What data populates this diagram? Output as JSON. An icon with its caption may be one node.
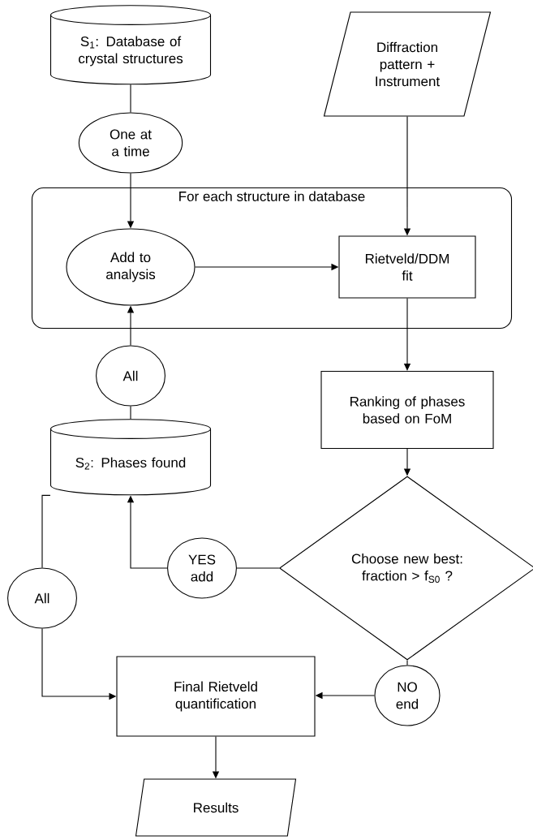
{
  "diagram": {
    "nodes": [
      {
        "text": [
          "S$_{1}$: Database of crystal structures"
        ]
      },
      {
        "text": [
          "Diffraction pattern + Instrument"
        ]
      },
      {
        "text": [
          "One at a time"
        ]
      },
      {
        "text": [
          "For each structure in database"
        ]
      },
      {
        "text": [
          "Add to analysis"
        ],
        "in": 3
      },
      {
        "text": [
          "Rietveld/DDM fit"
        ],
        "in": 3
      },
      {
        "text": [
          "All"
        ]
      },
      {
        "text": [
          "S$_{2}$: Phases found"
        ]
      },
      {
        "text": [
          "Ranking of phases based on FoM"
        ]
      },
      {
        "text": [
          "Choose new best: fraction > f$_{S0}$ ?"
        ]
      },
      {
        "text": [
          "YES add"
        ]
      },
      {
        "text": [
          "All"
        ]
      },
      {
        "text": [
          "NO end"
        ]
      },
      {
        "text": [
          "Final Rietveld quantification"
        ]
      },
      {
        "text": [
          "Results"
        ]
      }
    ],
    "edges": [
      {
        "from": 0,
        "to": 2,
        "arrow": "none"
      },
      {
        "from": 2,
        "to": 4,
        "arrow": "to"
      },
      {
        "from": 1,
        "to": 5,
        "arrow": "to"
      },
      {
        "from": 4,
        "to": 5,
        "arrow": "to"
      },
      {
        "from": 5,
        "to": 8,
        "arrow": "to"
      },
      {
        "from": 7,
        "to": 6,
        "arrow": "none"
      },
      {
        "from": 6,
        "to": 4,
        "arrow": "to"
      },
      {
        "from": 8,
        "to": 9,
        "arrow": "to"
      },
      {
        "from": 9,
        "to": 10,
        "arrow": "none"
      },
      {
        "from": 10,
        "to": 7,
        "arrow": "to"
      },
      {
        "from": 7,
        "to": 11,
        "arrow": "none"
      },
      {
        "from": 11,
        "to": 13,
        "arrow": "to"
      },
      {
        "from": 9,
        "to": 12,
        "arrow": "none"
      },
      {
        "from": 12,
        "to": 13,
        "arrow": "to"
      },
      {
        "from": 13,
        "to": 14,
        "arrow": "to"
      }
    ]
  }
}
